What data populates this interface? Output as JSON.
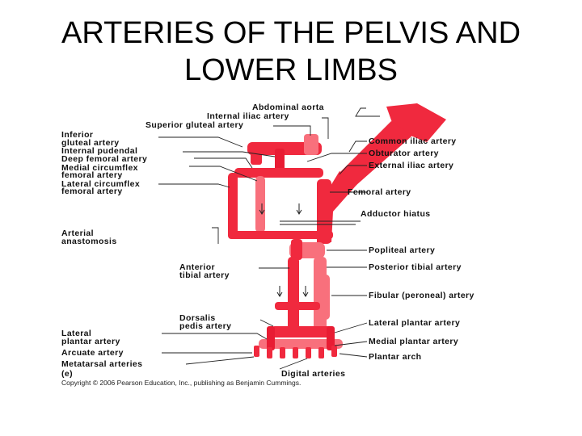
{
  "title": {
    "line1": "ARTERIES OF THE PELVIS AND",
    "line2": "LOWER LIMBS"
  },
  "labels": {
    "abdominal_aorta": "Abdominal aorta",
    "internal_iliac": "Internal iliac artery",
    "superior_gluteal": "Superior gluteal artery",
    "common_iliac": "Common iliac artery",
    "inferior_gluteal_1": "Inferior",
    "inferior_gluteal_2": "gluteal artery",
    "obturator": "Obturator artery",
    "internal_pudendal": "Internal pudendal",
    "deep_femoral": "Deep femoral artery",
    "external_iliac": "External iliac artery",
    "medial_circumflex_1": "Medial circumflex",
    "medial_circumflex_2": "femoral artery",
    "lateral_circumflex_1": "Lateral circumflex",
    "lateral_circumflex_2": "femoral artery",
    "femoral": "Femoral artery",
    "adductor_hiatus": "Adductor hiatus",
    "anastomosis_1": "Arterial",
    "anastomosis_2": "anastomosis",
    "popliteal": "Popliteal artery",
    "anterior_tibial_1": "Anterior",
    "anterior_tibial_2": "tibial artery",
    "posterior_tibial": "Posterior tibial artery",
    "fibular": "Fibular (peroneal) artery",
    "dorsalis_pedis_1": "Dorsalis",
    "dorsalis_pedis_2": "pedis artery",
    "lateral_plantar_right": "Lateral plantar artery",
    "lateral_plantar_left_1": "Lateral",
    "lateral_plantar_left_2": "plantar artery",
    "medial_plantar": "Medial plantar artery",
    "arcuate": "Arcuate artery",
    "plantar_arch": "Plantar arch",
    "metatarsal_1": "Metatarsal arteries",
    "metatarsal_2": "(e)",
    "digital": "Digital arteries",
    "copyright": "Copyright © 2006 Pearson Education, Inc., publishing as Benjamin Cummings."
  },
  "colors": {
    "artery": "#f0293e",
    "artery_light": "#f8707c",
    "artery_dark": "#e81c33"
  }
}
